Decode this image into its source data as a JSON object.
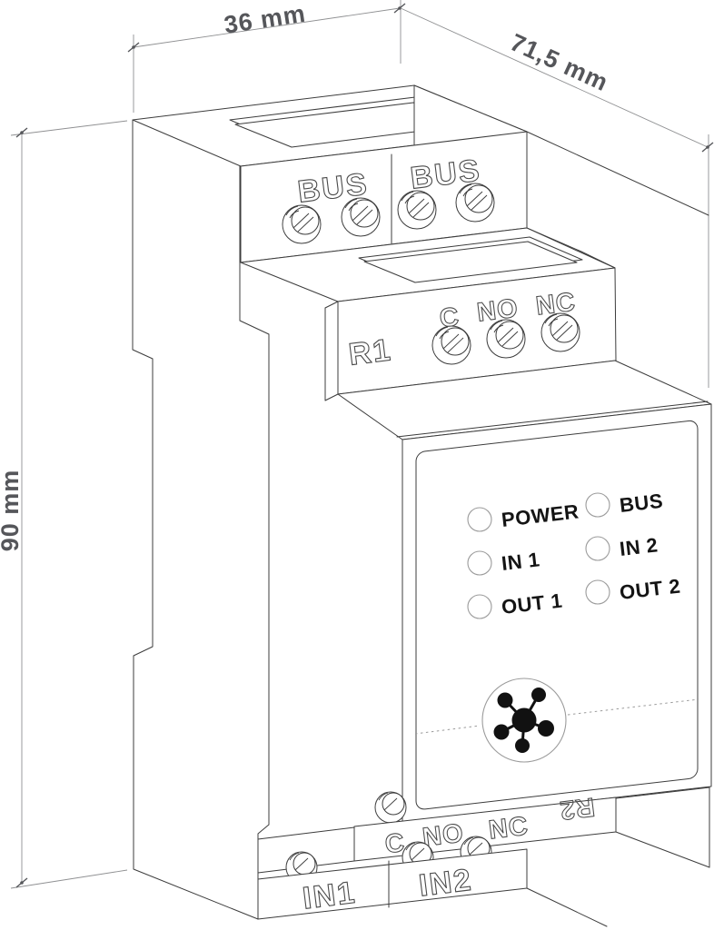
{
  "dimensions": {
    "width": "36 mm",
    "depth": "71,5 mm",
    "height": "90 mm"
  },
  "top_terminal_block": {
    "left_label": "BUS",
    "right_label": "BUS"
  },
  "relay1_block": {
    "name": "R1",
    "terminal_c": "C",
    "terminal_no": "NO",
    "terminal_nc": "NC"
  },
  "front_panel": {
    "leds": [
      "POWER",
      "IN 1",
      "OUT 1",
      "BUS",
      "IN 2",
      "OUT 2"
    ],
    "logo_icon": "network-hub-icon"
  },
  "relay2_block": {
    "name": "R2",
    "terminal_c": "C",
    "terminal_no": "NO",
    "terminal_nc": "NC"
  },
  "input_terminal_block": {
    "left_label": "IN1",
    "right_label": "IN2"
  },
  "colors": {
    "line": "#3c3c3c",
    "dimension_text": "#55565a",
    "panel_text": "#141414",
    "light_stroke": "#9b9b9b"
  }
}
